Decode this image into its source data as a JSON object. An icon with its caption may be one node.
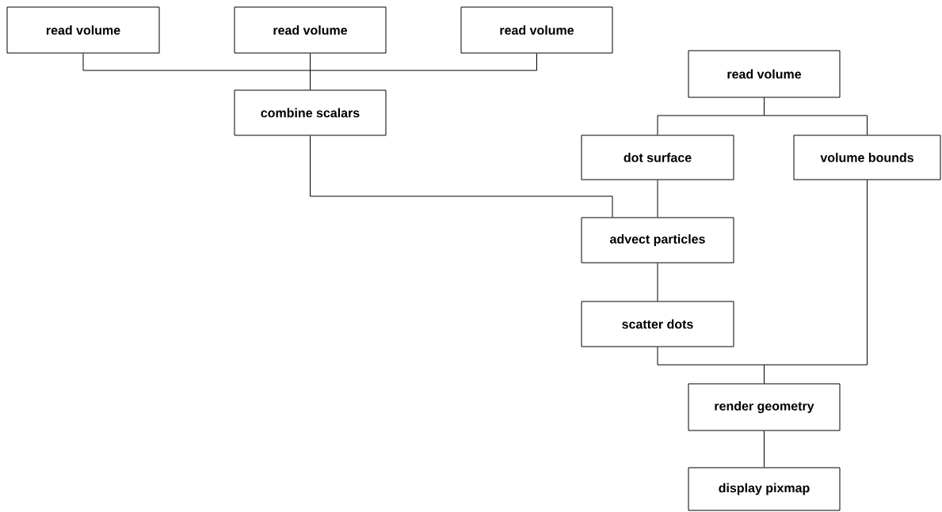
{
  "diagram": {
    "nodes": [
      {
        "text": [
          "read volume"
        ]
      },
      {
        "text": [
          "read volume"
        ]
      },
      {
        "text": [
          "read volume"
        ]
      },
      {
        "text": [
          "combine scalars"
        ]
      },
      {
        "text": [
          "read volume"
        ]
      },
      {
        "text": [
          "dot surface"
        ]
      },
      {
        "text": [
          "volume bounds"
        ]
      },
      {
        "text": [
          "advect particles"
        ]
      },
      {
        "text": [
          "scatter dots"
        ]
      },
      {
        "text": [
          "render geometry"
        ]
      },
      {
        "text": [
          "display pixmap"
        ]
      }
    ],
    "edges": [
      {
        "from": 0,
        "to": 3,
        "arrow": "none"
      },
      {
        "from": 1,
        "to": 3,
        "arrow": "none"
      },
      {
        "from": 2,
        "to": 3,
        "arrow": "none"
      },
      {
        "from": 3,
        "to": 7,
        "arrow": "none"
      },
      {
        "from": 4,
        "to": 5,
        "arrow": "none"
      },
      {
        "from": 4,
        "to": 6,
        "arrow": "none"
      },
      {
        "from": 5,
        "to": 7,
        "arrow": "none"
      },
      {
        "from": 7,
        "to": 8,
        "arrow": "none"
      },
      {
        "from": 8,
        "to": 9,
        "arrow": "none"
      },
      {
        "from": 6,
        "to": 9,
        "arrow": "none"
      },
      {
        "from": 9,
        "to": 10,
        "arrow": "none"
      }
    ]
  }
}
